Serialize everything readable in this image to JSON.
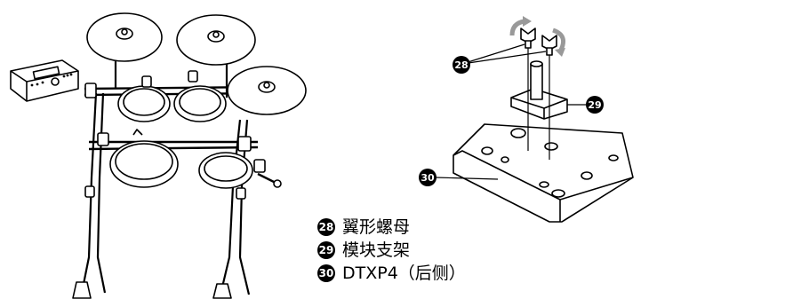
{
  "legend": [
    {
      "number": "28",
      "text": "翼形螺母"
    },
    {
      "number": "29",
      "text": "模块支架"
    },
    {
      "number": "30",
      "text": "DTXP4（后侧）"
    }
  ],
  "callouts": {
    "wing_nuts": "28",
    "module_holder": "29",
    "module": "30"
  }
}
